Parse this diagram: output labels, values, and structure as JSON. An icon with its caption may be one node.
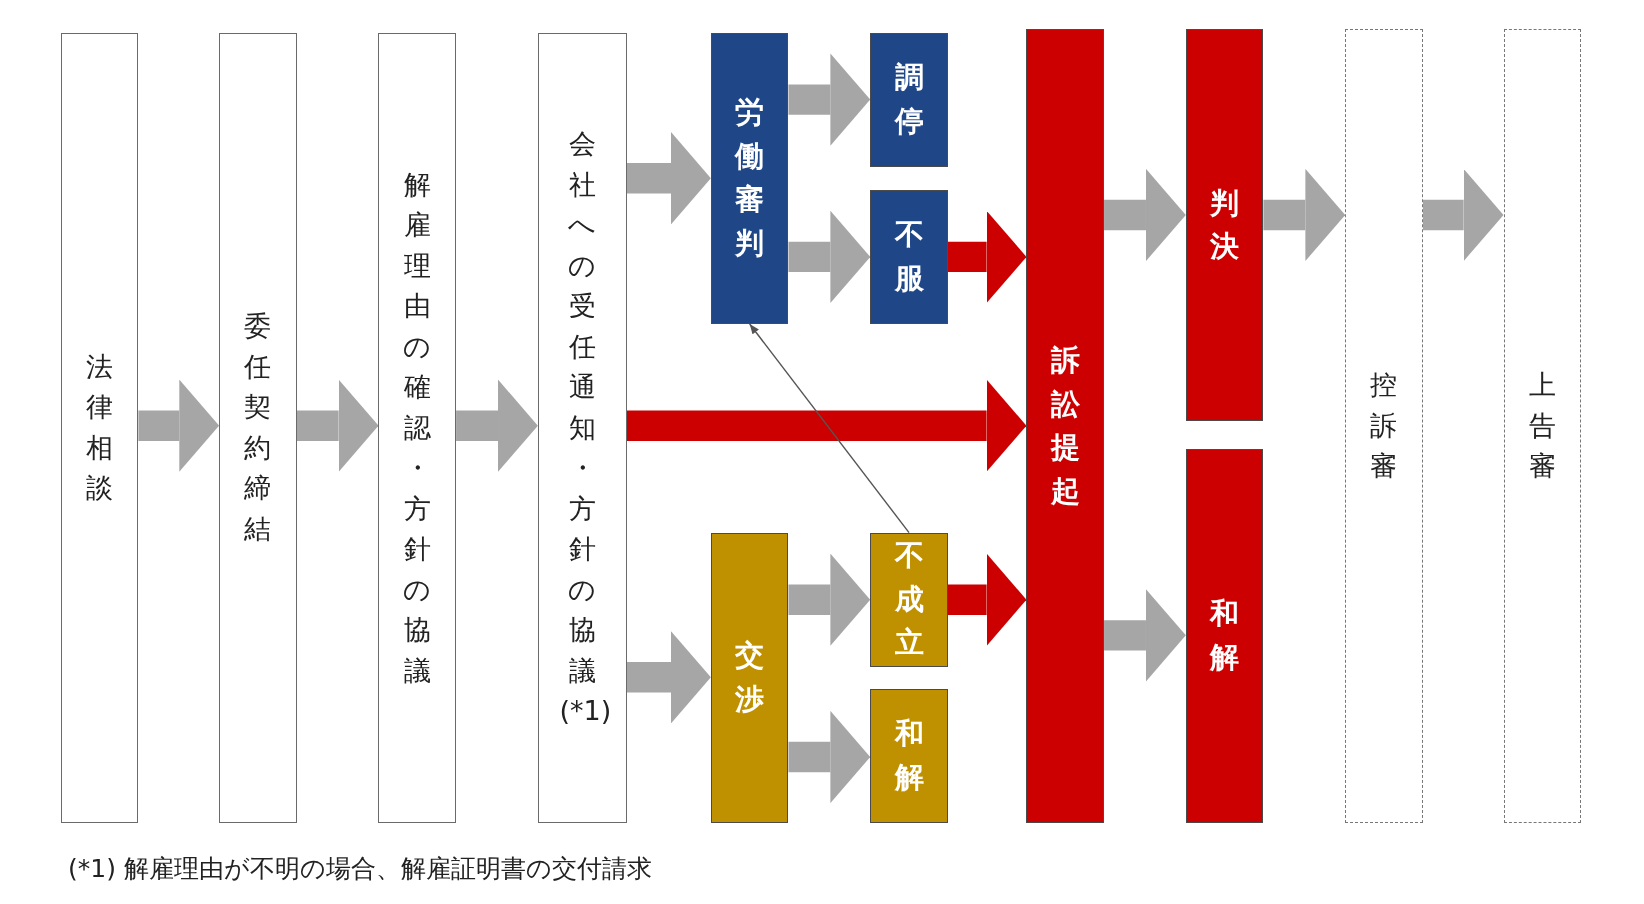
{
  "diagram": {
    "nodes": [
      {
        "text": [
          "法律相談"
        ]
      },
      {
        "text": [
          "委任契約締結"
        ]
      },
      {
        "text": [
          "解雇理由の確認・方針の協議"
        ]
      },
      {
        "text": [
          "会社への受任通知・方針の協議(*1)"
        ]
      },
      {
        "text": [
          "労働審判"
        ]
      },
      {
        "text": [
          "調停"
        ]
      },
      {
        "text": [
          "不服"
        ]
      },
      {
        "text": [
          "交渉"
        ]
      },
      {
        "text": [
          "不成立"
        ]
      },
      {
        "text": [
          "和解"
        ]
      },
      {
        "text": [
          "訴訟提起"
        ]
      },
      {
        "text": [
          "判決"
        ]
      },
      {
        "text": [
          "和解"
        ]
      },
      {
        "text": [
          "控訴審"
        ]
      },
      {
        "text": [
          "上告審"
        ]
      }
    ],
    "edges": [
      {
        "from": 0,
        "to": 1,
        "arrow": "to"
      },
      {
        "from": 1,
        "to": 2,
        "arrow": "to"
      },
      {
        "from": 2,
        "to": 3,
        "arrow": "to"
      },
      {
        "from": 3,
        "to": 4,
        "arrow": "to"
      },
      {
        "from": 3,
        "to": 7,
        "arrow": "to"
      },
      {
        "from": 3,
        "to": 10,
        "arrow": "to",
        "color": "#cc0000"
      },
      {
        "from": 4,
        "to": 5,
        "arrow": "to"
      },
      {
        "from": 4,
        "to": 6,
        "arrow": "to"
      },
      {
        "from": 6,
        "to": 10,
        "arrow": "to",
        "color": "#cc0000"
      },
      {
        "from": 7,
        "to": 8,
        "arrow": "to"
      },
      {
        "from": 7,
        "to": 9,
        "arrow": "to"
      },
      {
        "from": 8,
        "to": 10,
        "arrow": "to",
        "color": "#cc0000"
      },
      {
        "from": 8,
        "to": 4,
        "arrow": "to",
        "color": "#555555"
      },
      {
        "from": 10,
        "to": 11,
        "arrow": "to"
      },
      {
        "from": 10,
        "to": 12,
        "arrow": "to"
      },
      {
        "from": 11,
        "to": 13,
        "arrow": "to"
      },
      {
        "from": 13,
        "to": 14,
        "arrow": "to"
      }
    ],
    "labels": [
      "(*1) 解雇理由が不明の場合、解雇証明書の交付請求"
    ]
  }
}
